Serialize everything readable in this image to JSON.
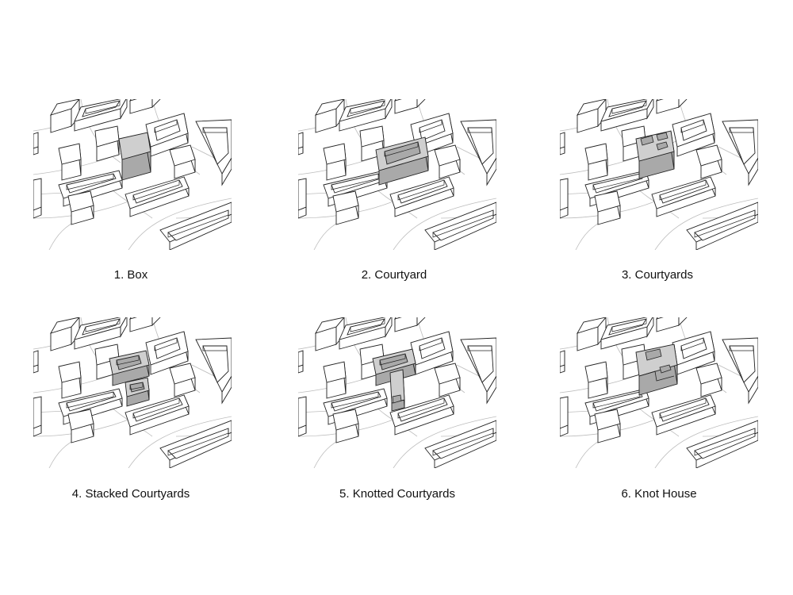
{
  "diagrams": [
    {
      "caption": "1. Box",
      "variant": "box"
    },
    {
      "caption": "2. Courtyard",
      "variant": "courtyard"
    },
    {
      "caption": "3. Courtyards",
      "variant": "courtyards"
    },
    {
      "caption": "4. Stacked Courtyards",
      "variant": "stacked"
    },
    {
      "caption": "5. Knotted Courtyards",
      "variant": "knotted"
    },
    {
      "caption": "6. Knot House",
      "variant": "knot"
    }
  ],
  "colors": {
    "background": "#ffffff",
    "line": "#222222",
    "street": "#bdbdbd",
    "building_top": "#ffffff",
    "building_side": "#ffffff",
    "highlight_top": "#cfcfcf",
    "highlight_side": "#a9a9a9"
  }
}
